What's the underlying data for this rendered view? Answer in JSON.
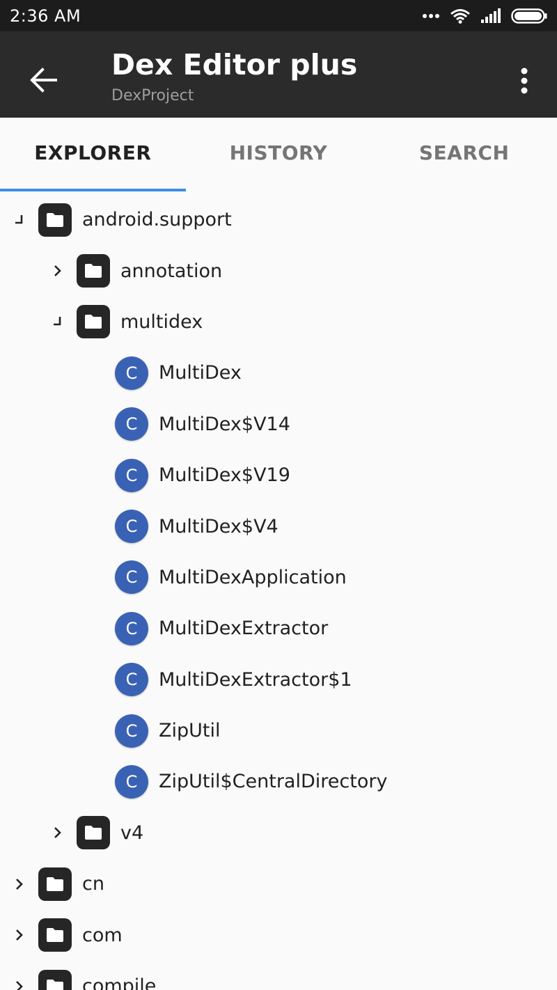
{
  "status_bar": {
    "time": "2:36 AM",
    "icons": [
      "more-dots-icon",
      "wifi-icon",
      "signal-icon",
      "battery-icon"
    ]
  },
  "app_bar": {
    "title": "Dex Editor plus",
    "subtitle": "DexProject",
    "back_icon": "back-arrow-icon",
    "menu_icon": "overflow-menu-icon"
  },
  "tabs": [
    {
      "label": "EXPLORER",
      "active": true
    },
    {
      "label": "HISTORY",
      "active": false
    },
    {
      "label": "SEARCH",
      "active": false
    }
  ],
  "tree": [
    {
      "type": "folder",
      "label": "android.support",
      "depth": 0,
      "state": "expanded"
    },
    {
      "type": "folder",
      "label": "annotation",
      "depth": 1,
      "state": "collapsed"
    },
    {
      "type": "folder",
      "label": "multidex",
      "depth": 1,
      "state": "expanded"
    },
    {
      "type": "class",
      "label": "MultiDex",
      "depth": 2,
      "badge": "C"
    },
    {
      "type": "class",
      "label": "MultiDex$V14",
      "depth": 2,
      "badge": "C"
    },
    {
      "type": "class",
      "label": "MultiDex$V19",
      "depth": 2,
      "badge": "C"
    },
    {
      "type": "class",
      "label": "MultiDex$V4",
      "depth": 2,
      "badge": "C"
    },
    {
      "type": "class",
      "label": "MultiDexApplication",
      "depth": 2,
      "badge": "C"
    },
    {
      "type": "class",
      "label": "MultiDexExtractor",
      "depth": 2,
      "badge": "C"
    },
    {
      "type": "class",
      "label": "MultiDexExtractor$1",
      "depth": 2,
      "badge": "C"
    },
    {
      "type": "class",
      "label": "ZipUtil",
      "depth": 2,
      "badge": "C"
    },
    {
      "type": "class",
      "label": "ZipUtil$CentralDirectory",
      "depth": 2,
      "badge": "C"
    },
    {
      "type": "folder",
      "label": "v4",
      "depth": 1,
      "state": "collapsed"
    },
    {
      "type": "folder",
      "label": "cn",
      "depth": 0,
      "state": "collapsed"
    },
    {
      "type": "folder",
      "label": "com",
      "depth": 0,
      "state": "collapsed"
    },
    {
      "type": "folder",
      "label": "compile",
      "depth": 0,
      "state": "collapsed"
    }
  ],
  "colors": {
    "status_bar_bg": "#1c1c1c",
    "app_bar_bg": "#2b2b2b",
    "tab_indicator": "#3f8ee0",
    "class_badge": "#3a62b4",
    "folder_icon": "#262626"
  }
}
